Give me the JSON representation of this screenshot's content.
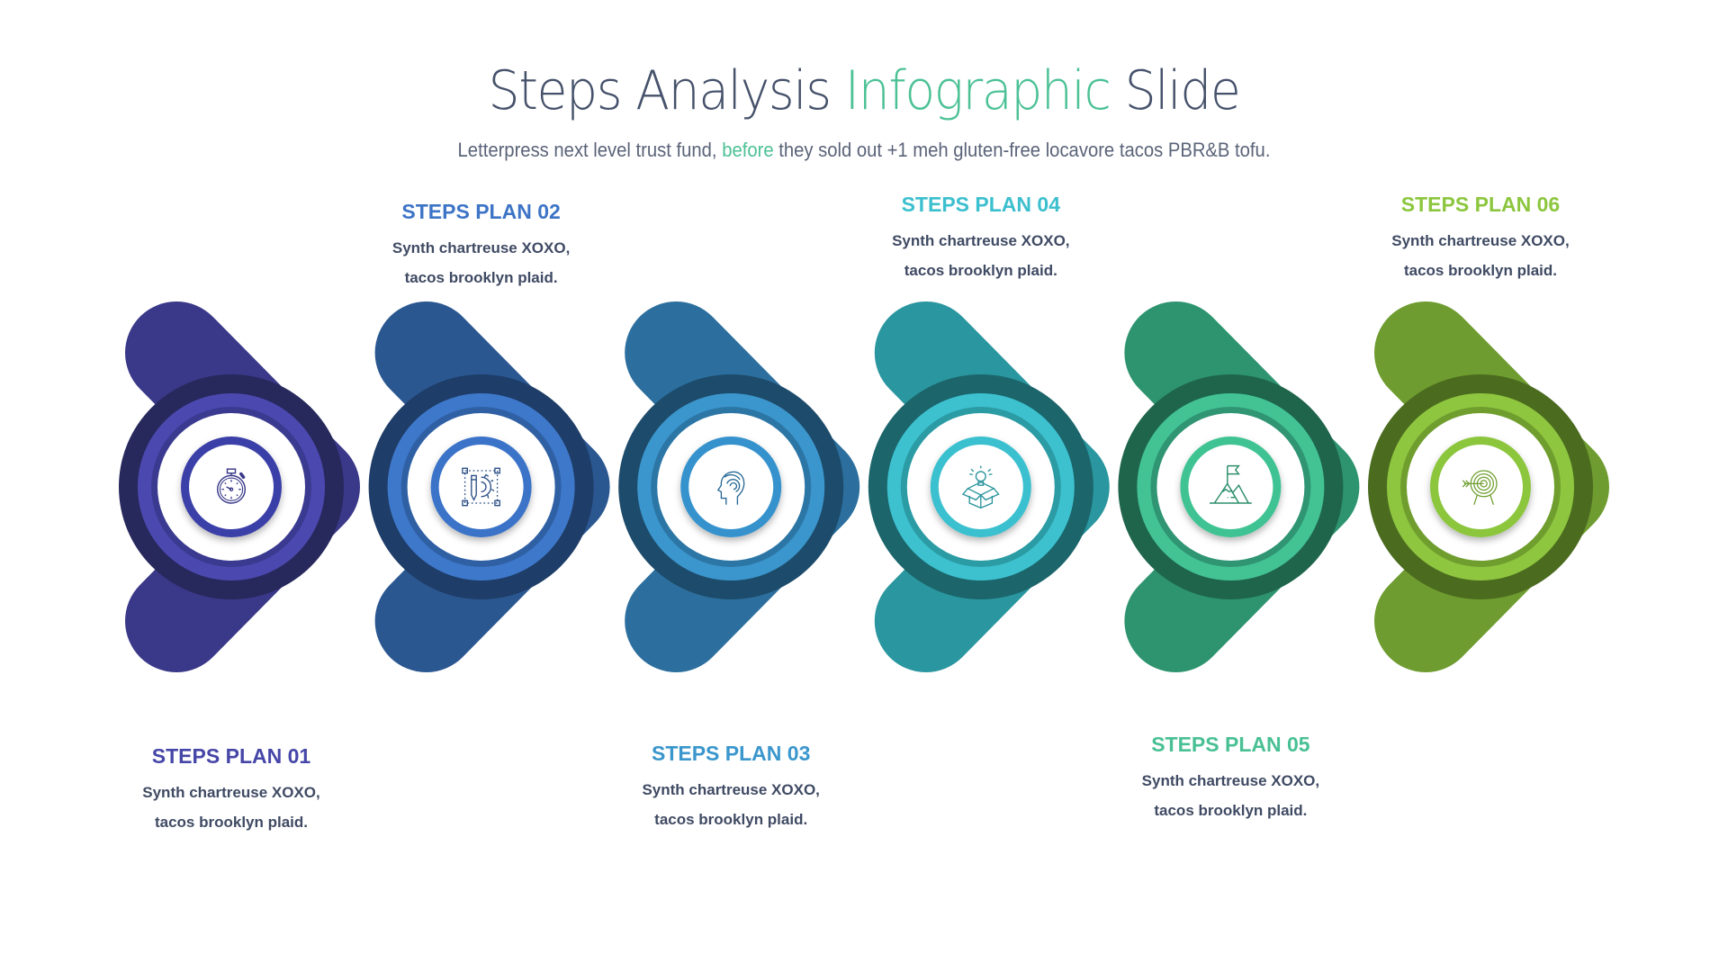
{
  "header": {
    "title_part1": "Steps Analysis ",
    "title_accent": "Infographic",
    "title_part2": " Slide",
    "subtitle_part1": "Letterpress next level trust fund, ",
    "subtitle_accent": "before",
    "subtitle_part2": " they sold out +1 meh gluten-free locavore tacos PBR&B tofu.",
    "accent_color": "#4cc196"
  },
  "steps": [
    {
      "heading": "STEPS PLAN 01",
      "line1": "Synth chartreuse XOXO,",
      "line2": "tacos brooklyn plaid.",
      "icon": "stopwatch-icon",
      "label_position": "below",
      "colors": {
        "arrow": "#3a3888",
        "outer": "#27285c",
        "ring": "#4b49b0",
        "ring_edge": "#3a3a90",
        "inner_ring": "#3b3fa8",
        "heading": "#4646a8",
        "icon": "#3a3a8a"
      }
    },
    {
      "heading": "STEPS PLAN 02",
      "line1": "Synth chartreuse XOXO,",
      "line2": "tacos brooklyn plaid.",
      "icon": "design-pencil-gear-icon",
      "label_position": "above",
      "colors": {
        "arrow": "#2b5791",
        "outer": "#1e3d68",
        "ring": "#3e78cb",
        "ring_edge": "#2f60a4",
        "inner_ring": "#3a73c8",
        "heading": "#3d74c6",
        "icon": "#2b4f86"
      }
    },
    {
      "heading": "STEPS PLAN 03",
      "line1": "Synth chartreuse XOXO,",
      "line2": "tacos brooklyn plaid.",
      "icon": "head-maze-icon",
      "label_position": "below",
      "colors": {
        "arrow": "#2c6f9e",
        "outer": "#1d4b6b",
        "ring": "#3b96cd",
        "ring_edge": "#2c76a6",
        "inner_ring": "#3592cd",
        "heading": "#3a96cc",
        "icon": "#2a6a96"
      }
    },
    {
      "heading": "STEPS PLAN 04",
      "line1": "Synth chartreuse XOXO,",
      "line2": "tacos brooklyn plaid.",
      "icon": "idea-box-icon",
      "label_position": "above",
      "colors": {
        "arrow": "#2a969f",
        "outer": "#1b656b",
        "ring": "#3dc1cf",
        "ring_edge": "#2b9ba4",
        "inner_ring": "#3ac0cf",
        "heading": "#3cbfce",
        "icon": "#2a949d"
      }
    },
    {
      "heading": "STEPS PLAN 05",
      "line1": "Synth chartreuse XOXO,",
      "line2": "tacos brooklyn plaid.",
      "icon": "mountain-flag-icon",
      "label_position": "below",
      "colors": {
        "arrow": "#2e9470",
        "outer": "#1e654c",
        "ring": "#43c394",
        "ring_edge": "#2f9573",
        "inner_ring": "#3fc393",
        "heading": "#49c094",
        "icon": "#2c8e6a"
      }
    },
    {
      "heading": "STEPS PLAN 06",
      "line1": "Synth chartreuse XOXO,",
      "line2": "tacos brooklyn plaid.",
      "icon": "target-arrow-icon",
      "label_position": "above",
      "colors": {
        "arrow": "#6f9c30",
        "outer": "#4b6b1f",
        "ring": "#8ec63f",
        "ring_edge": "#6f9e2f",
        "inner_ring": "#8cc63e",
        "heading": "#8cc63e",
        "icon": "#6f9e2f"
      }
    }
  ]
}
